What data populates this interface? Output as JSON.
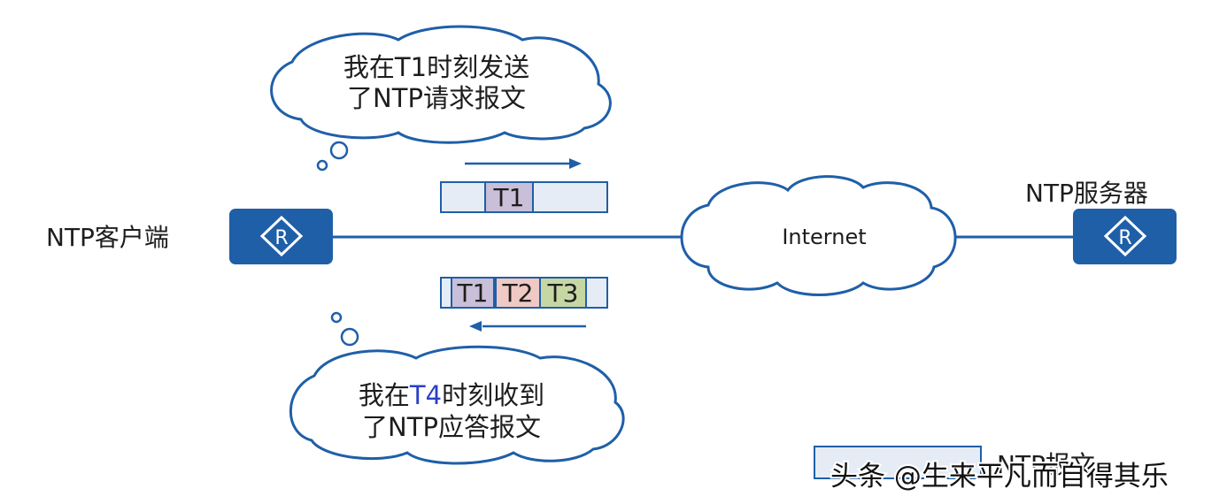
{
  "client": {
    "label": "NTP客户端",
    "icon": "router-icon"
  },
  "server": {
    "label": "NTP服务器",
    "icon": "router-icon"
  },
  "internet": {
    "label": "Internet"
  },
  "request": {
    "thought_line1": "我在T1时刻发送",
    "thought_line2": "了NTP请求报文",
    "packet_field": "T1"
  },
  "response": {
    "thought_line1_pre": "我在",
    "thought_line1_highlight": "T4",
    "thought_line1_post": "时刻收到",
    "thought_line2": "了NTP应答报文",
    "packet_fields": [
      "T1",
      "T2",
      "T3"
    ]
  },
  "legend": {
    "label": "NTP报文"
  },
  "watermark": "头条 @生来平凡而自得其乐",
  "colors": {
    "device": "#1f5fa8",
    "line": "#1f5fa8",
    "cloud_stroke": "#1f5fa8",
    "highlight_text": "#2a40c8",
    "packet_bg": "#e6ecf6",
    "t1_fill": "#c9bfd9",
    "t2_fill": "#efc9c4",
    "t3_fill": "#c7d7a4"
  }
}
